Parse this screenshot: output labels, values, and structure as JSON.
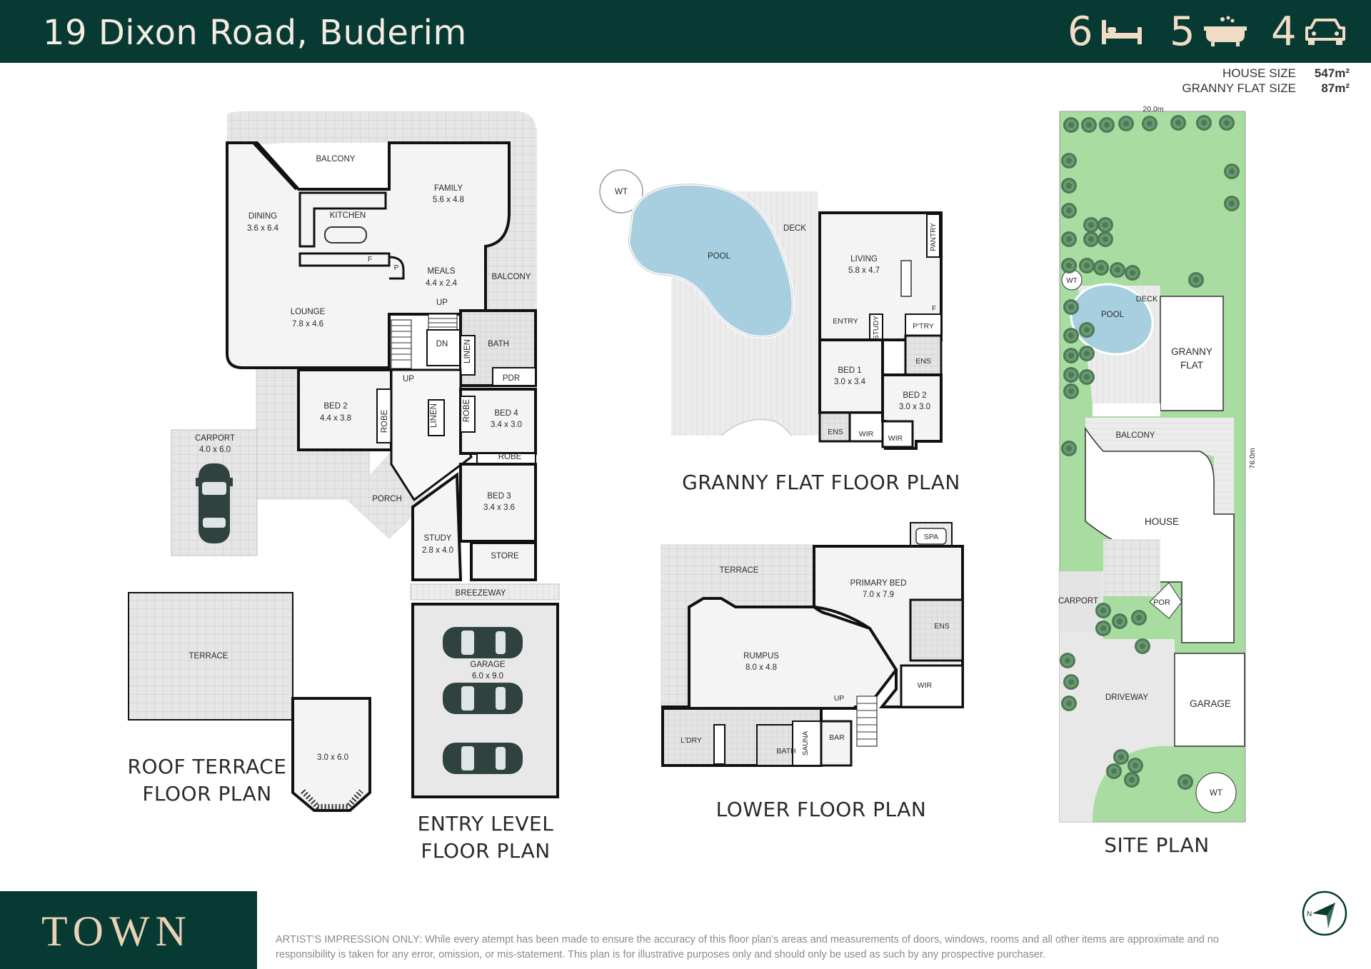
{
  "header": {
    "address": "19 Dixon Road, Buderim",
    "beds": "6",
    "baths": "5",
    "cars": "4",
    "icons": [
      "bed-icon",
      "bath-icon",
      "car-icon"
    ]
  },
  "sizes": {
    "house_label": "HOUSE SIZE",
    "house_value": "547m²",
    "granny_label": "GRANNY FLAT SIZE",
    "granny_value": "87m²"
  },
  "titles": {
    "roof": "ROOF TERRACE\nFLOOR PLAN",
    "entry": "ENTRY LEVEL\nFLOOR PLAN",
    "granny": "GRANNY FLAT FLOOR PLAN",
    "lower": "LOWER FLOOR PLAN",
    "site": "SITE PLAN"
  },
  "rooms": {
    "balcony_top": "BALCONY",
    "dining": "DINING",
    "dining_size": "3.6 x 6.4",
    "kitchen": "KITCHEN",
    "family": "FAMILY",
    "family_size": "5.6 x 4.8",
    "meals": "MEALS",
    "meals_size": "4.4 x 2.4",
    "balcony_side": "BALCONY",
    "lounge": "LOUNGE",
    "lounge_size": "7.8 x 4.6",
    "up1": "UP",
    "dn": "DN",
    "linen1": "LINEN",
    "bath": "BATH",
    "pdr": "PDR",
    "up2": "UP",
    "bed2": "BED 2",
    "bed2_size": "4.4 x 3.8",
    "robe1": "ROBE",
    "linen2": "LINEN",
    "robe2": "ROBE",
    "bed4": "BED 4",
    "bed4_size": "3.4 x 3.0",
    "robe3": "ROBE",
    "bed3": "BED 3",
    "bed3_size": "3.4 x 3.6",
    "carport": "CARPORT",
    "carport_size": "4.0 x 6.0",
    "porch": "PORCH",
    "study": "STUDY",
    "study_size": "2.8 x 4.0",
    "store": "STORE",
    "breezeway": "BREEZEWAY",
    "garage": "GARAGE",
    "garage_size": "6.0 x 9.0",
    "f": "F",
    "p": "P",
    "terrace_roof": "TERRACE",
    "roof_room": "3.0 x 6.0",
    "wt": "WT",
    "pool": "POOL",
    "deck": "DECK",
    "living": "LIVING",
    "living_size": "5.8 x 4.7",
    "pantry": "PANTRY",
    "entry": "ENTRY",
    "study_g": "STUDY",
    "ptry": "P'TRY",
    "f_g": "F",
    "ens_g": "ENS",
    "bed1": "BED 1",
    "bed1_size": "3.0 x 3.4",
    "bed2g": "BED 2",
    "bed2g_size": "3.0 x 3.0",
    "ens_g2": "ENS",
    "wir_g1": "WIR",
    "wir_g2": "WIR",
    "spa": "SPA",
    "terrace_lower": "TERRACE",
    "primary": "PRIMARY BED",
    "primary_size": "7.0 x 7.9",
    "ens_l": "ENS",
    "rumpus": "RUMPUS",
    "rumpus_size": "8.0 x 4.8",
    "wir_l": "WIR",
    "up_l": "UP",
    "ldry": "L'DRY",
    "bath_l": "BATH",
    "sauna": "SAUNA",
    "bar": "BAR"
  },
  "site": {
    "width": "20.0m",
    "depth": "76.0m",
    "wt1": "WT",
    "pool": "POOL",
    "deck": "DECK",
    "granny": "GRANNY\nFLAT",
    "balcony": "BALCONY",
    "house": "HOUSE",
    "carport": "CARPORT",
    "por": "POR",
    "driveway": "DRIVEWAY",
    "garage": "GARAGE",
    "wt2": "WT"
  },
  "footer": {
    "logo": "TOWN",
    "disclaimer": "ARTIST’S IMPRESSION ONLY: While every atempt has been made to ensure the accuracy of this floor plan’s areas and measurements of doors, windows, rooms and all other items are approximate and no responsibility is taken for any error, omission, or mis-statement. This plan is for illustrative purposes only and should only be used as such by any prospective purchaser.",
    "compass_label": "N"
  },
  "colors": {
    "brand": "#073a33",
    "accent": "#f1dcc6",
    "pool": "#a8cfe0",
    "lawn": "#a8dca0",
    "car": "#2f423f"
  }
}
